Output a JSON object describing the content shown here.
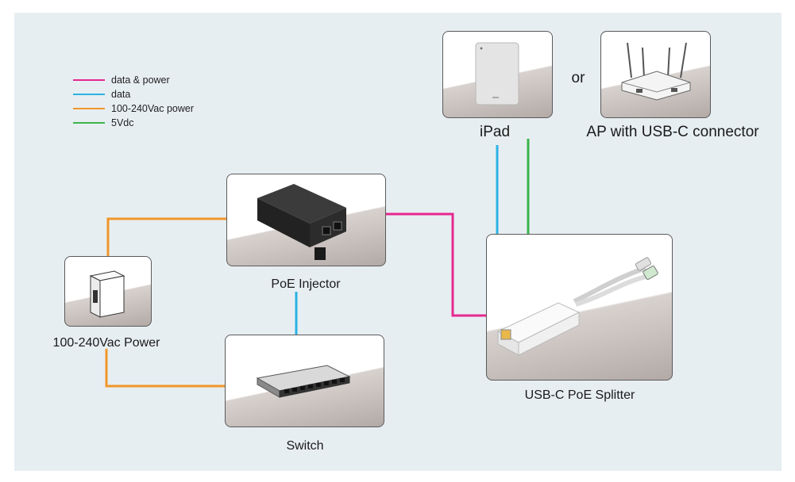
{
  "legend": [
    {
      "label": "data & power",
      "color": "#e6288f"
    },
    {
      "label": "data",
      "color": "#2bb3e3"
    },
    {
      "label": "100-240Vac power",
      "color": "#f0962a"
    },
    {
      "label": "5Vdc",
      "color": "#3bb44a"
    }
  ],
  "labels": {
    "ipad": "iPad",
    "or": "or",
    "ap": "AP with USB-C connector",
    "injector": "PoE Injector",
    "power": "100-240Vac Power",
    "switch": "Switch",
    "splitter": "USB-C PoE Splitter"
  },
  "colors": {
    "background": "#e7eef2",
    "data_power": "#e6288f",
    "data": "#2bb3e3",
    "ac_power": "#f0962a",
    "dc_5v": "#3bb44a"
  }
}
